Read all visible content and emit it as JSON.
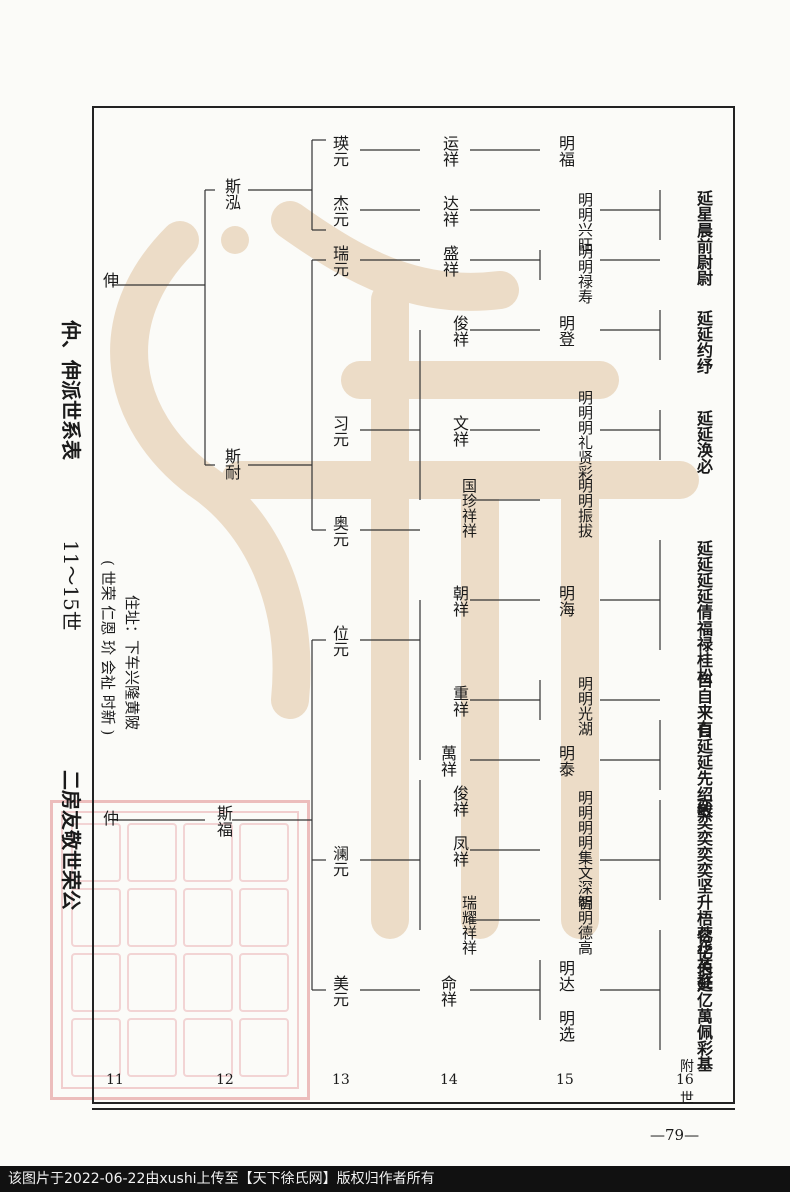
{
  "header": {
    "title_left": "二房友敬世荣公",
    "title_mid": "11～15世",
    "title_right": "仲、伸派世系表",
    "note_line1": "( 世荣  仁恩  玠  会祉  时新 )",
    "note_line2": "住址：下车兴隆黄陂"
  },
  "generations": {
    "g11": "11",
    "g12": "12",
    "g13": "13",
    "g14": "14",
    "g15": "15",
    "g16_prefix": "附",
    "g16_num": "16",
    "g16_suffix": "世"
  },
  "tree": {
    "g11_a": "仲",
    "g11_b": "伸",
    "g12_a": "斯福",
    "g12_b": "斯耐",
    "g12_c": "斯泓",
    "g13": [
      "美元",
      "澜元",
      "位元",
      "奥元",
      "习元",
      "瑞元",
      "杰元",
      "瑛元"
    ],
    "g14": [
      "命祥",
      "瑞耀祥祥",
      "凤祥",
      "俊祥",
      "萬祥",
      "重祥",
      "朝祥",
      "国珍祥祥",
      "文祥",
      "俊祥",
      "盛祥",
      "达祥",
      "运祥"
    ],
    "g15": [
      "明达",
      "明选",
      "明明德高",
      "明明明明集文深智",
      "明泰",
      "明明光湖",
      "明海",
      "明明振拔",
      "明明明礼贤彩",
      "明登",
      "明明禄寿",
      "明明兴旺",
      "明福"
    ],
    "g16": [
      "亿亿伯延亿萬佩彩基",
      "奕奕奕奕奕坚升梧蓉华芙婺",
      "自延延先绍敏",
      "自自来有",
      "延延延延倩福禄桂松",
      "延延涣必",
      "延延约纾",
      "延星晨前尉尉"
    ]
  },
  "page_number": "—79—",
  "footer": "该图片于2022-06-22由xushi上传至【天下徐氏网】版权归作者所有"
}
